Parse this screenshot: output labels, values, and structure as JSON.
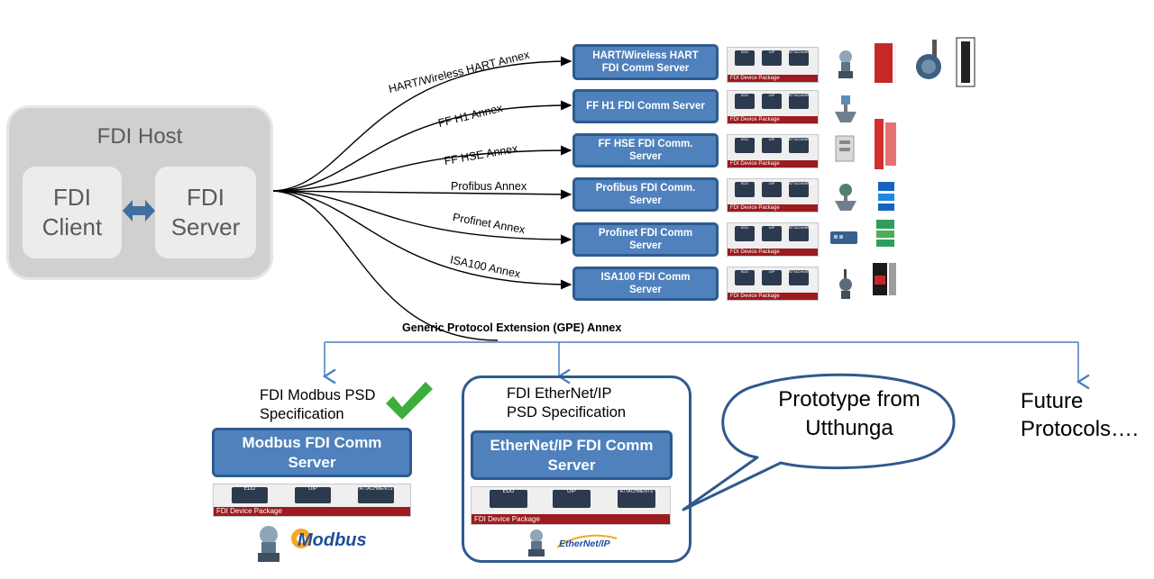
{
  "host": {
    "title": "FDI Host",
    "client": [
      "FDI",
      "Client"
    ],
    "server": [
      "FDI",
      "Server"
    ]
  },
  "annexes": [
    {
      "label": "HART/Wireless HART  Annex",
      "server": [
        "HART/Wireless HART",
        "FDI Comm Server"
      ]
    },
    {
      "label": "FF H1  Annex",
      "server": [
        "FF H1 FDI Comm Server"
      ]
    },
    {
      "label": "FF HSE Annex",
      "server": [
        "FF HSE FDI Comm.",
        "Server"
      ]
    },
    {
      "label": "Profibus Annex",
      "server": [
        "Profibus FDI Comm.",
        "Server"
      ]
    },
    {
      "label": "Profinet Annex",
      "server": [
        "Profinet FDI Comm",
        "Server"
      ]
    },
    {
      "label": "ISA100 Annex",
      "server": [
        "ISA100 FDI Comm",
        "Server"
      ]
    }
  ],
  "package": {
    "edd": "EDD",
    "uip": "UIP",
    "attachments": "ATTACHMENTS",
    "label": "FDI Device Package"
  },
  "gpe": {
    "label": "Generic Protocol Extension (GPE) Annex"
  },
  "modbus": {
    "spec": [
      "FDI Modbus PSD",
      "Specification"
    ],
    "server": [
      "Modbus FDI Comm",
      "Server"
    ],
    "logo": "Modbus"
  },
  "ethernetip": {
    "spec": [
      "FDI EtherNet/IP",
      "PSD Specification"
    ],
    "server": [
      "EtherNet/IP FDI Comm",
      "Server"
    ],
    "logo": "EtherNet/IP"
  },
  "bubble": {
    "text": [
      "Prototype from",
      "Utthunga"
    ]
  },
  "future": {
    "text": [
      "Future",
      "Protocols…."
    ]
  },
  "colors": {
    "server_blue": "#4f81bd",
    "server_border": "#2e5a8e",
    "package_red": "#9b1b1e",
    "check_green": "#3cae3c"
  }
}
